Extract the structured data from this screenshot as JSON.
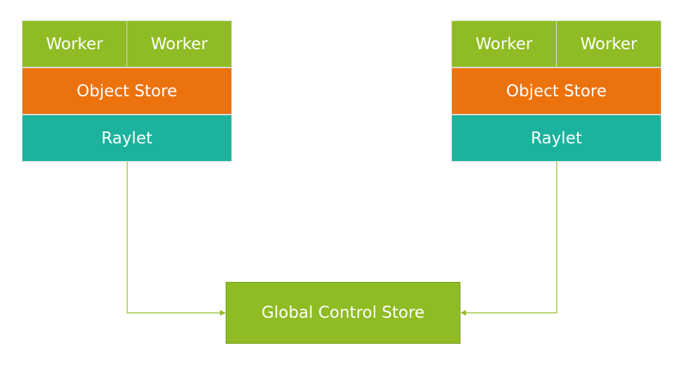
{
  "nodes": [
    {
      "workers": [
        "Worker",
        "Worker"
      ],
      "object_store": "Object Store",
      "raylet": "Raylet"
    },
    {
      "workers": [
        "Worker",
        "Worker"
      ],
      "object_store": "Object Store",
      "raylet": "Raylet"
    }
  ],
  "gcs": {
    "label": "Global Control Store"
  },
  "colors": {
    "worker": "#8fbc24",
    "object_store": "#ec720e",
    "raylet": "#1bb39d",
    "gcs": "#8fbc24",
    "connector": "#8fbc24"
  }
}
